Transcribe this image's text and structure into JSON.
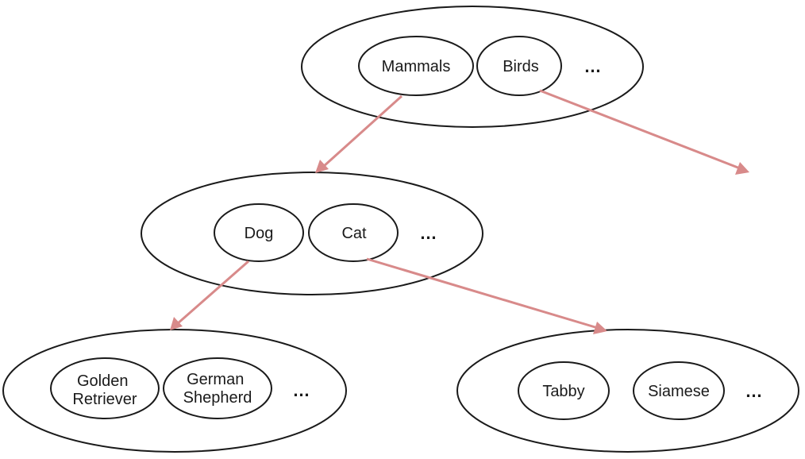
{
  "colors": {
    "arrow": "#d88a8a",
    "outline": "#1a1a1a",
    "background": "#ffffff"
  },
  "groups": {
    "top": {
      "items": [
        "Mammals",
        "Birds"
      ],
      "ellipsis": "…"
    },
    "mammals": {
      "items": [
        "Dog",
        "Cat"
      ],
      "ellipsis": "…"
    },
    "dogs": {
      "items": [
        [
          "Golden",
          "Retriever"
        ],
        [
          "German",
          "Shepherd"
        ]
      ],
      "ellipsis": "…"
    },
    "cats": {
      "items": [
        "Tabby",
        "Siamese"
      ],
      "ellipsis": "…"
    }
  }
}
